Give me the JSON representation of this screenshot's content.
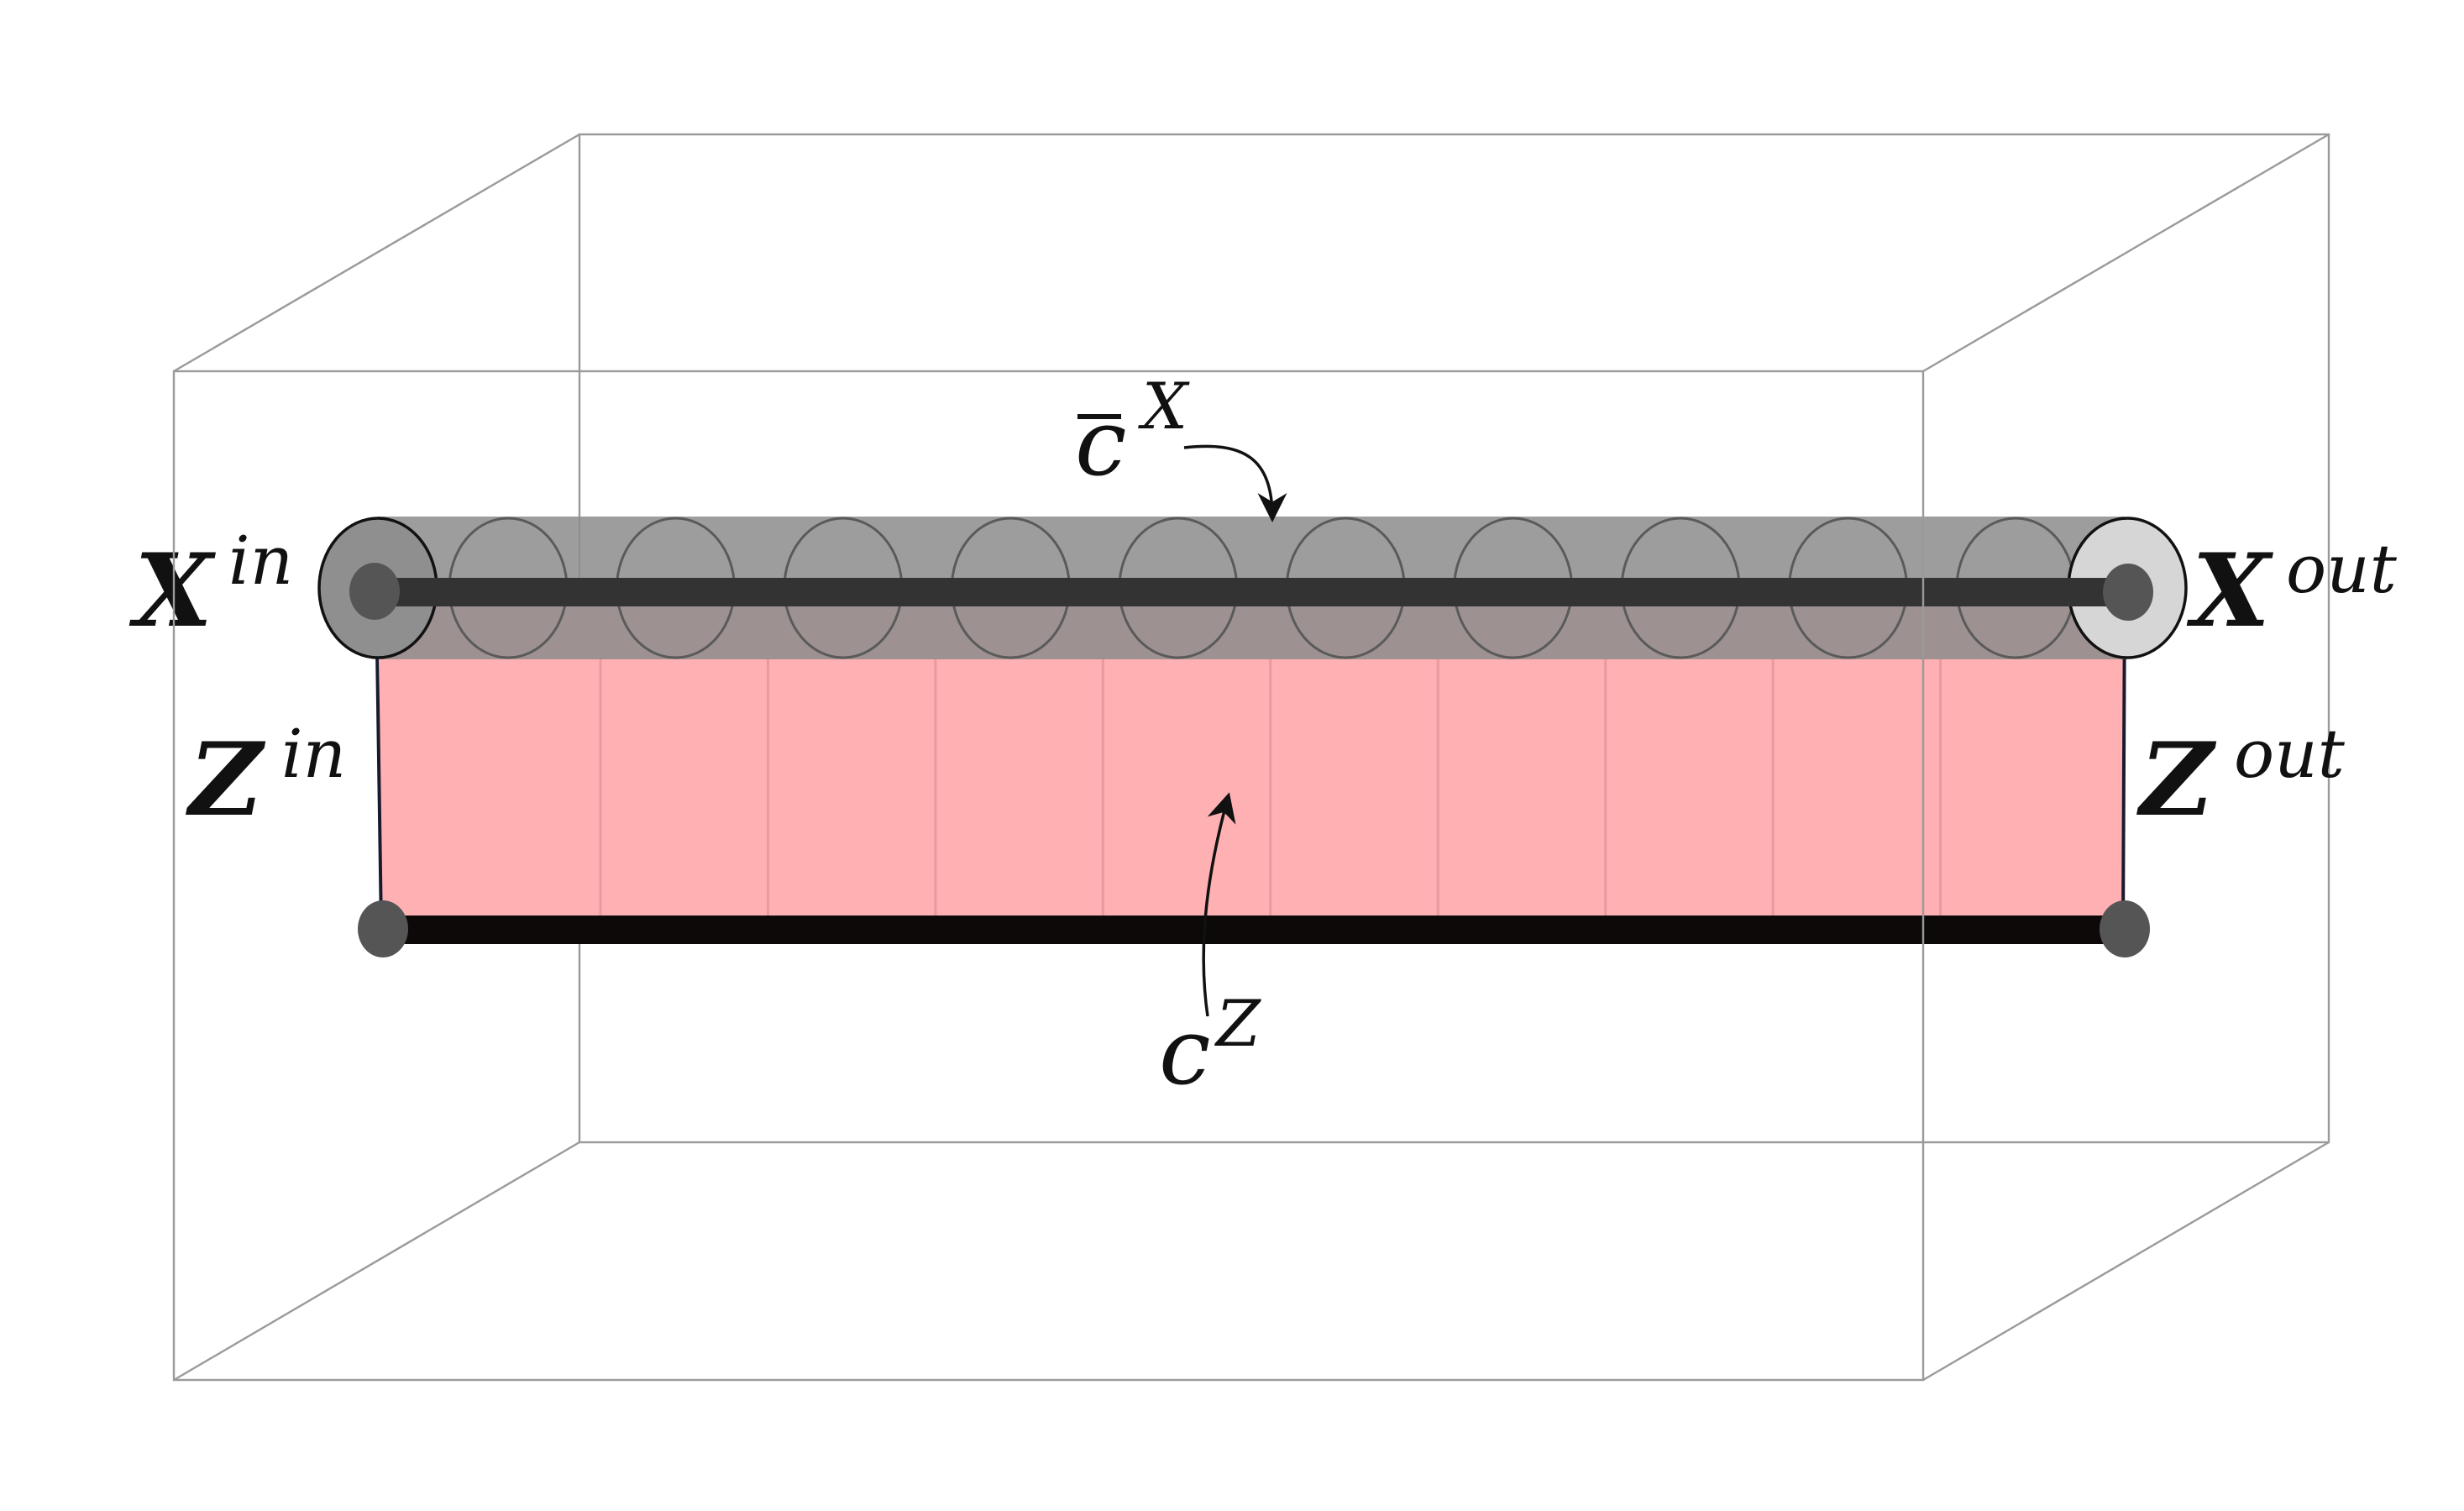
{
  "labels": {
    "x_in": {
      "base": "X",
      "sup": "in"
    },
    "x_out": {
      "base": "X",
      "sup": "out"
    },
    "z_in": {
      "base": "Z",
      "sup": "in"
    },
    "z_out": {
      "base": "Z",
      "sup": "out"
    },
    "c_bar_x": {
      "base": "c",
      "sup": "X"
    },
    "c_z": {
      "base": "c",
      "sup": "Z"
    }
  },
  "colors": {
    "tube_fill": "#8c8c8c",
    "membrane_fill": "#ffb0b3",
    "rod": "#333333",
    "rod_bottom": "#0d0909",
    "node": "#555555",
    "box_edge": "#9a9a9a",
    "end_disk_right": "#d6d6d6"
  },
  "tube_sections": 10
}
